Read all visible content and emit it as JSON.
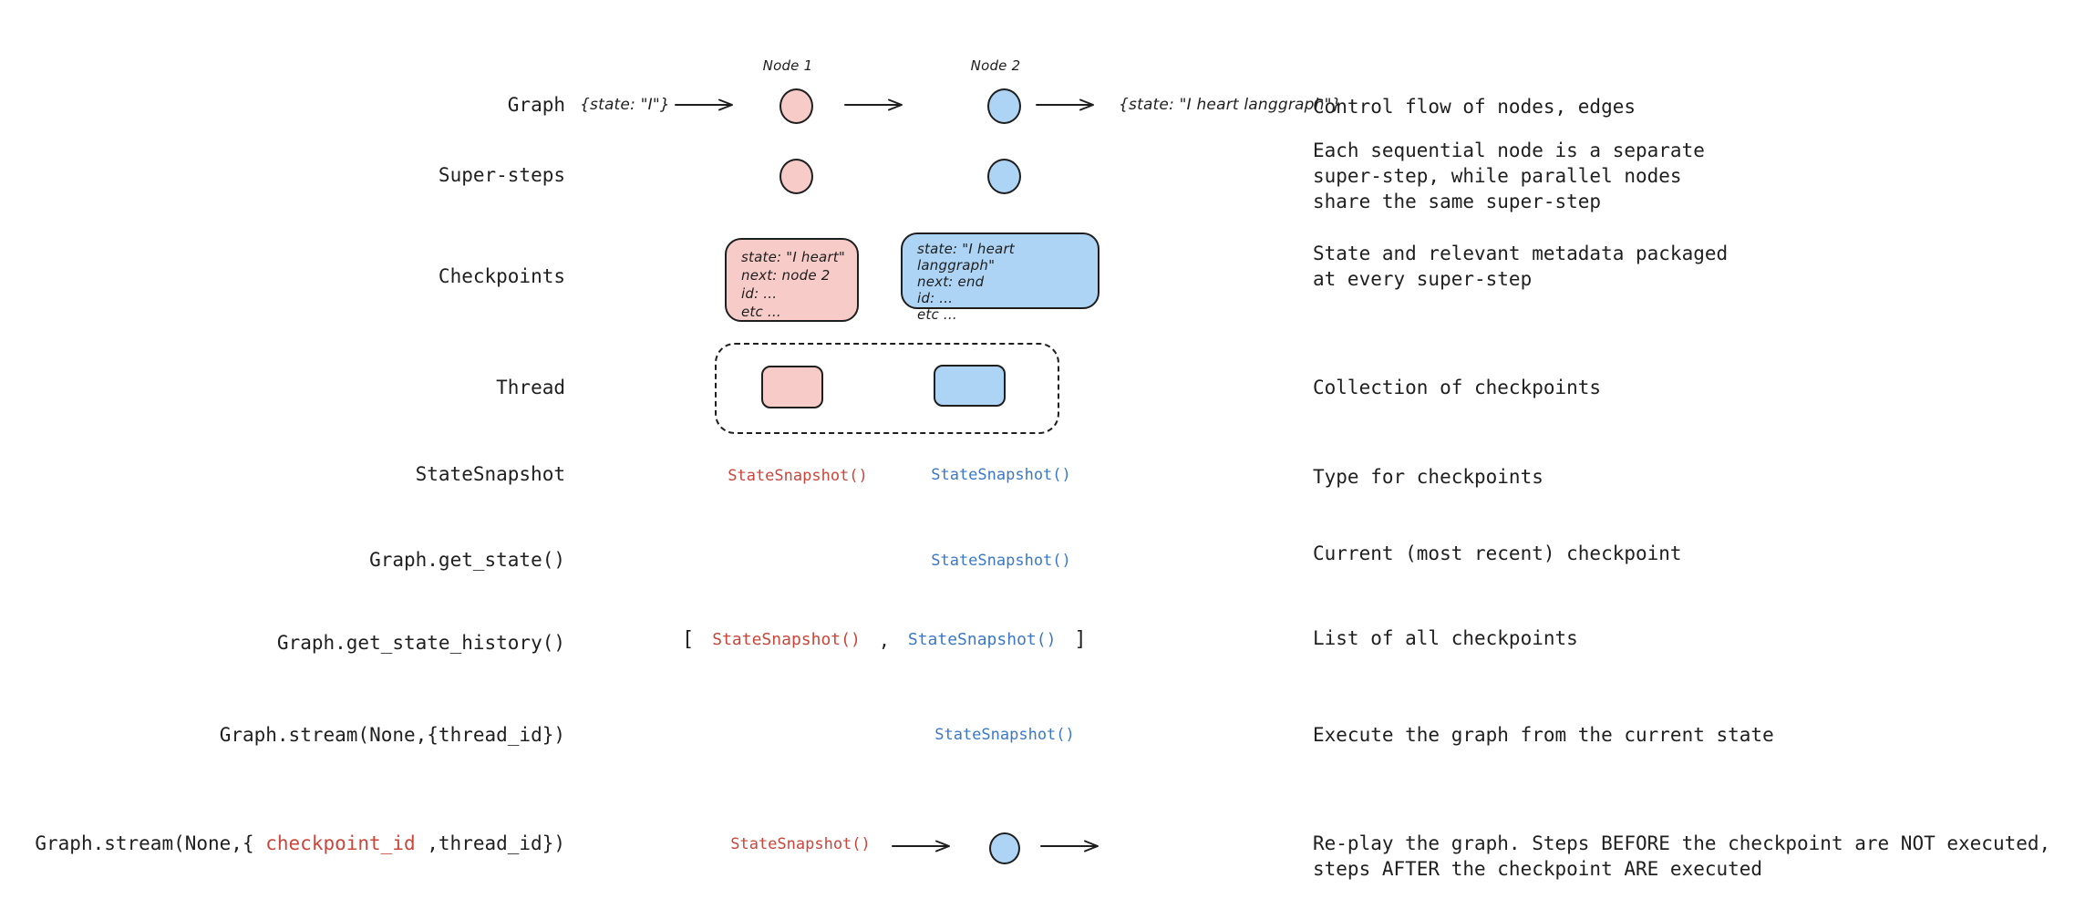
{
  "colors": {
    "ink": "#1e1e1e",
    "text": "#1f1f1f",
    "red": "#cb453a",
    "blue": "#3b78c9",
    "pink_fill": "#f7cbc8",
    "blue_fill": "#aed4f5"
  },
  "rows": {
    "graph": {
      "label": "Graph",
      "input_state": "{state: \"I\"}",
      "node1_label": "Node 1",
      "node2_label": "Node 2",
      "output_state": "{state: \"I heart langgraph\"}",
      "description": "Control flow of nodes, edges"
    },
    "super_steps": {
      "label": "Super-steps",
      "description": "Each sequential node is a separate\nsuper-step, while parallel nodes\nshare the same super-step"
    },
    "checkpoints": {
      "label": "Checkpoints",
      "pink_box_lines": [
        "state: \"I heart\"",
        "next: node 2",
        "id: ...",
        "etc ..."
      ],
      "blue_box_lines": [
        "state: \"I heart langgraph\"",
        "next: end",
        "id: ...",
        "etc ..."
      ],
      "description": "State and relevant metadata packaged\nat every super-step"
    },
    "thread": {
      "label": "Thread",
      "description": "Collection of checkpoints"
    },
    "state_snapshot": {
      "label": "StateSnapshot",
      "red_value": "StateSnapshot()",
      "blue_value": "StateSnapshot()",
      "description": "Type for checkpoints"
    },
    "get_state": {
      "label": "Graph.get_state()",
      "blue_value": "StateSnapshot()",
      "description": "Current (most recent) checkpoint"
    },
    "get_state_history": {
      "label": "Graph.get_state_history()",
      "bracket_open": "[",
      "red_value": "StateSnapshot()",
      "comma": ",",
      "blue_value": "StateSnapshot()",
      "bracket_close": "]",
      "description": "List of all checkpoints"
    },
    "stream_thread": {
      "label": "Graph.stream(None,{thread_id})",
      "blue_value": "StateSnapshot()",
      "description": "Execute the graph from the current state"
    },
    "stream_checkpoint": {
      "label_prefix": "Graph.stream(None,{ ",
      "label_highlight": "checkpoint_id",
      "label_suffix": " ,thread_id})",
      "red_value": "StateSnapshot()",
      "description": "Re-play the graph. Steps BEFORE the checkpoint are NOT executed,\nsteps AFTER the checkpoint ARE executed"
    }
  }
}
